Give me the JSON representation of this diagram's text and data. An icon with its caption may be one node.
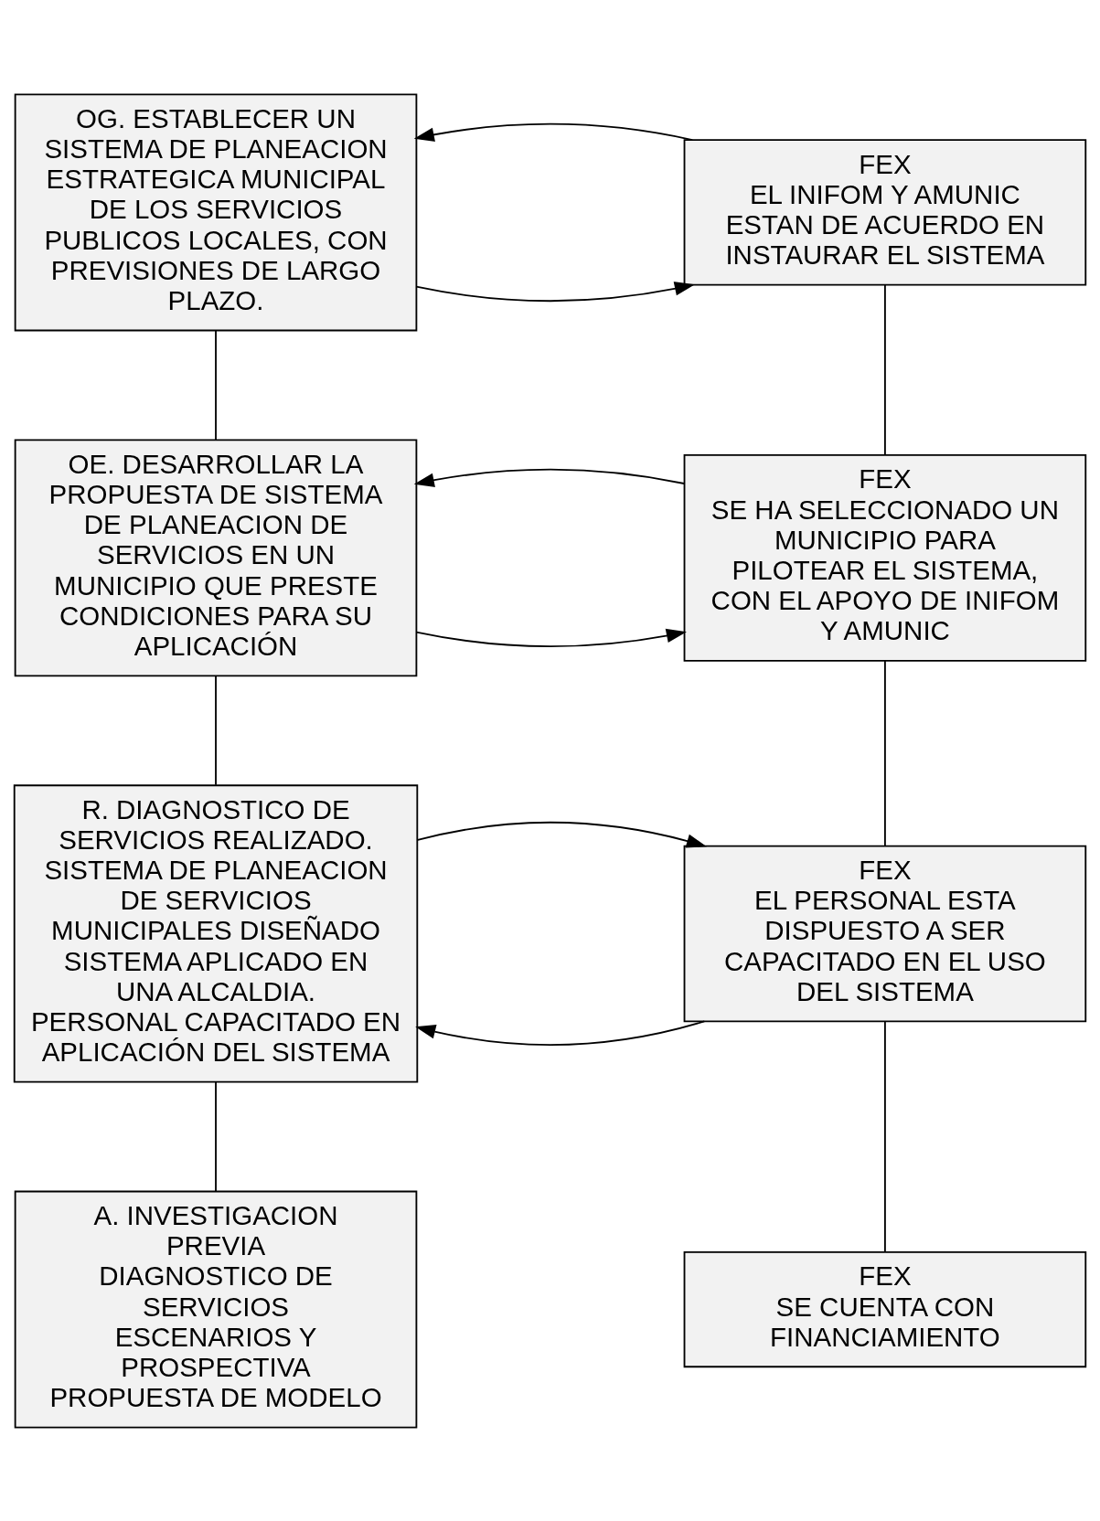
{
  "diagram": {
    "nodes": [
      {
        "text": [
          "OG. ESTABLECER UN SISTEMA DE PLANEACION ESTRATEGICA MUNICIPAL DE LOS SERVICIOS PUBLICOS LOCALES, CON PREVISIONES DE LARGO PLAZO."
        ]
      },
      {
        "text": [
          "FEX",
          "EL INIFOM Y AMUNIC ESTAN DE ACUERDO EN INSTAURAR EL SISTEMA"
        ]
      },
      {
        "text": [
          "OE. DESARROLLAR LA PROPUESTA DE SISTEMA DE PLANEACION DE SERVICIOS EN UN MUNICIPIO QUE PRESTE CONDICIONES PARA SU APLICACIÓN"
        ]
      },
      {
        "text": [
          "FEX",
          "SE HA SELECCIONADO UN MUNICIPIO PARA PILOTEAR EL SISTEMA, CON EL APOYO DE INIFOM Y AMUNIC"
        ]
      },
      {
        "text": [
          "R. DIAGNOSTICO DE SERVICIOS REALIZADO.",
          "SISTEMA DE PLANEACION DE SERVICIOS MUNICIPALES DISEÑADO",
          "SISTEMA APLICADO EN UNA ALCALDIA.",
          "PERSONAL CAPACITADO EN APLICACIÓN DEL SISTEMA"
        ]
      },
      {
        "text": [
          "FEX",
          "EL PERSONAL ESTA DISPUESTO A SER CAPACITADO EN EL USO DEL SISTEMA"
        ]
      },
      {
        "text": [
          "A. INVESTIGACION PREVIA",
          "DIAGNOSTICO DE SERVICIOS",
          "ESCENARIOS Y PROSPECTIVA",
          "PROPUESTA DE MODELO"
        ]
      },
      {
        "text": [
          "FEX",
          "SE CUENTA CON FINANCIAMIENTO"
        ]
      }
    ],
    "edges": [
      {
        "from": 0,
        "to": 1,
        "arrow": "to"
      },
      {
        "from": 1,
        "to": 0,
        "arrow": "to"
      },
      {
        "from": 2,
        "to": 3,
        "arrow": "to"
      },
      {
        "from": 3,
        "to": 2,
        "arrow": "to"
      },
      {
        "from": 5,
        "to": 4,
        "arrow": "to"
      },
      {
        "from": 4,
        "to": 5,
        "arrow": "to"
      },
      {
        "from": 0,
        "to": 2,
        "arrow": "none"
      },
      {
        "from": 2,
        "to": 4,
        "arrow": "none"
      },
      {
        "from": 4,
        "to": 6,
        "arrow": "none"
      },
      {
        "from": 1,
        "to": 3,
        "arrow": "none"
      },
      {
        "from": 3,
        "to": 5,
        "arrow": "none"
      },
      {
        "from": 5,
        "to": 7,
        "arrow": "none"
      }
    ]
  }
}
